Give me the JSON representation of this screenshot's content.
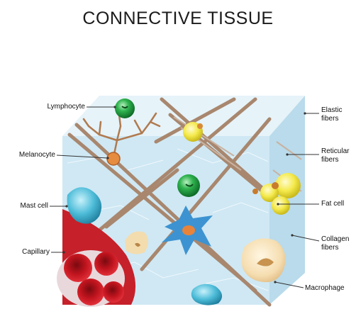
{
  "title": "CONNECTIVE TISSUE",
  "labels": {
    "lymphocyte": "Lymphocyte",
    "melanocyte": "Melanocyte",
    "mast_cell": "Mast cell",
    "capillary": "Capillary",
    "elastic_fibers": "Elastic\nfibers",
    "reticular_fibers": "Reticular\nfibers",
    "fat_cell": "Fat cell",
    "collagen_fibers": "Collagen\nfibers",
    "macrophage": "Macrophage"
  },
  "colors": {
    "front_face": "#cfe8f4",
    "top_face": "#e6f3f9",
    "side_face": "#b7d9ea",
    "collagen": "#a8876e",
    "capillary_wall": "#c6202a",
    "blood_cell": "#b3121c",
    "lymphocyte": "#2aa84a",
    "mast_cell": "#2d9fbf",
    "fat_cell": "#f1e84a",
    "macrophage": "#f3dcae",
    "fibroblast": "#3a8fcc"
  }
}
